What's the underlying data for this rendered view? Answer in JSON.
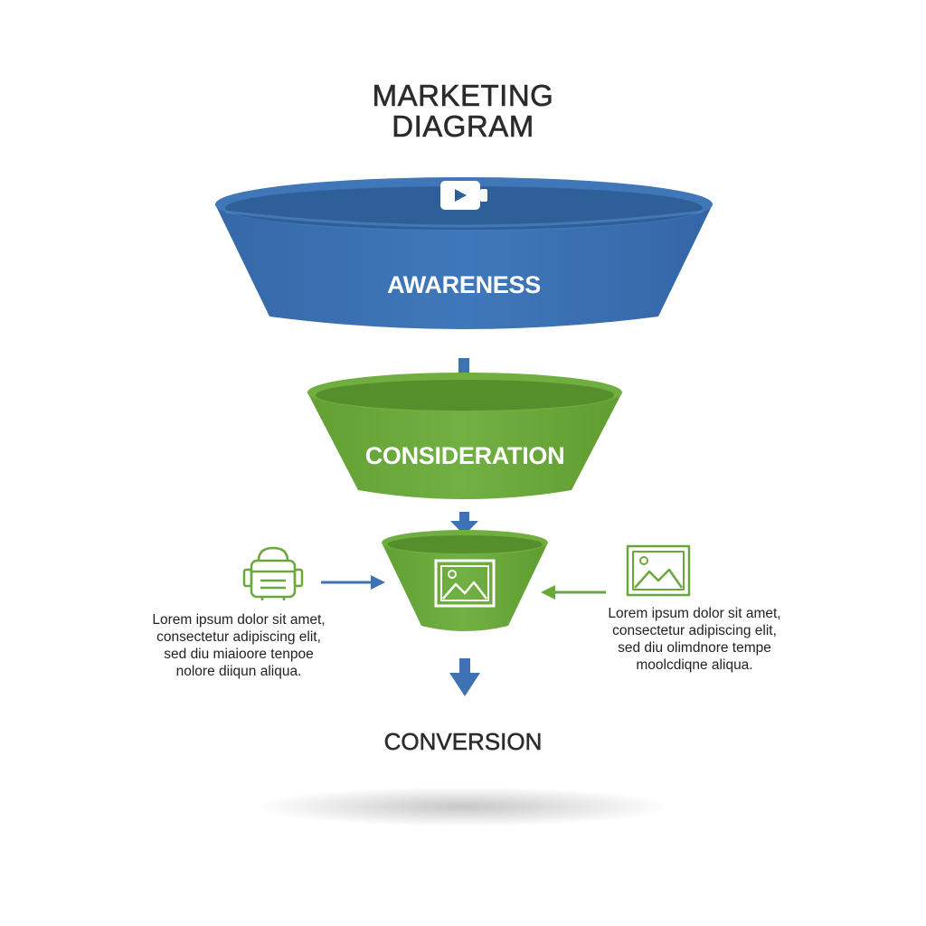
{
  "title": {
    "line1": "MARKETING",
    "line2": "DIAGRAM"
  },
  "stages": [
    {
      "label": "AWARENESS",
      "color": "#3f77b8",
      "icon": "video-camera-icon"
    },
    {
      "label": "CONSIDERATION",
      "color": "#6fae3f"
    },
    {
      "label": "",
      "color": "#6fae3f",
      "icon": "image-icon"
    }
  ],
  "conversion_label": "CONVERSION",
  "left_callout": {
    "icon": "robot-icon",
    "text": "Lorem ipsum dolor sit amet,\nconsectetur adipiscing elit,\nsed diu miaioore tenpoe\nnolore diiqun aliqua."
  },
  "right_callout": {
    "icon": "image-icon",
    "text": "Lorem ipsum dolor sit amet,\nconsectetur adipiscing elit,\nsed diu olimdnore tempe\nmoolcdiqne aliqua."
  },
  "colors": {
    "blue": "#3f77b8",
    "blue_dark": "#2e5f98",
    "green": "#6fae3f",
    "green_dark": "#558f2c",
    "arrow_blue": "#3d72b4",
    "arrow_green": "#6aa83c",
    "text_dark": "#2b2b2b"
  }
}
